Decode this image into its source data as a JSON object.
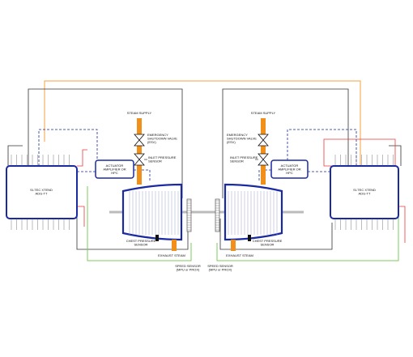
{
  "left": {
    "controller": "SI-TEC XTEND\nADG-TT",
    "actuator": "ACTUATOR\nAMPLIFIER OR\nHPC",
    "steam_supply": "STEAM SUPPLY",
    "esv": "EMERGENCY\nSHUTDOWN VALVE\n(ESV)",
    "inlet_sensor": "INLET PRESSURE\nSENSOR",
    "chest_sensor": "CHEST PRESSURE\nSENSOR",
    "exhaust": "EXHAUST STEAM",
    "speed_sensor": "SPEED SENSOR\n(MPU or PROX)"
  },
  "right": {
    "controller": "SI-TEC XTEND\nADG-TT",
    "actuator": "ACTUATOR\nAMPLIFIER OR\nHPC",
    "steam_supply": "STEAM SUPPLY",
    "esv": "EMERGENCY\nSHUTDOWN VALVE\n(ESV)",
    "inlet_sensor": "INLET PRESSURE\nSENSOR",
    "chest_sensor": "CHEST PRESSURE\nSENSOR",
    "exhaust": "EXHAUST STEAM",
    "speed_sensor": "SPEED SENSOR\n(MPU or PROX)"
  },
  "colors": {
    "box": "#1a2aa0",
    "steam": "#f0901a",
    "wire_red": "#e83a3a",
    "wire_green": "#7ccc5a",
    "wire_orange": "#f5a040",
    "wire_dark": "#333333",
    "shaft": "#bbbbbb"
  }
}
